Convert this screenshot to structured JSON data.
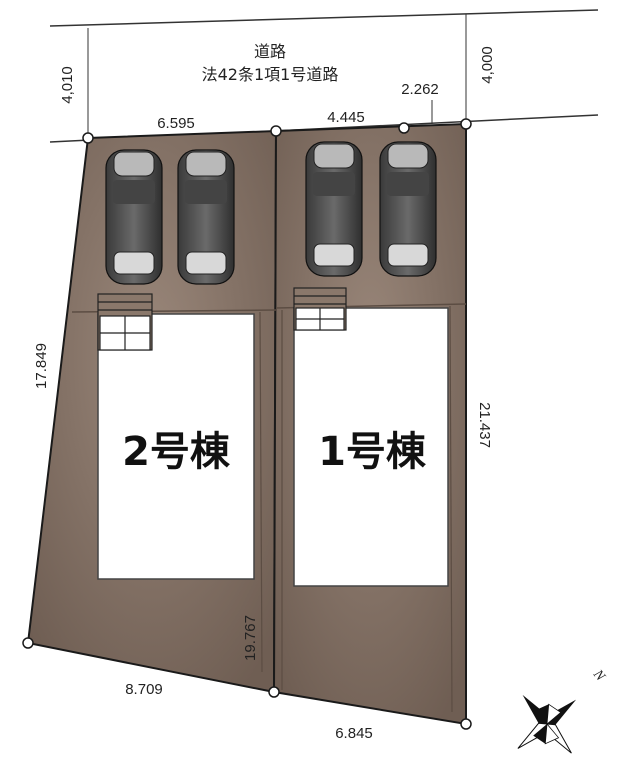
{
  "road": {
    "line1": "道路",
    "line2": "法42条1項1号道路",
    "width_left": "4,010",
    "width_right": "4,000"
  },
  "buildings": [
    {
      "name": "2号棟",
      "spaces": 2
    },
    {
      "name": "1号棟",
      "spaces": 2
    }
  ],
  "dimensions": {
    "front_lot2": "6.595",
    "front_lot1": "4.445",
    "front_offset": "2.262",
    "left_side": "17.849",
    "right_side": "21.437",
    "middle_boundary": "19.767",
    "rear_lot2": "8.709",
    "rear_lot1": "6.845"
  },
  "compass": {
    "label": "N"
  },
  "colors": {
    "lot_fill": "#7d6b5f",
    "parking_fill": "#8a786b",
    "building_fill": "#ffffff",
    "outline": "#1a1a1a"
  }
}
